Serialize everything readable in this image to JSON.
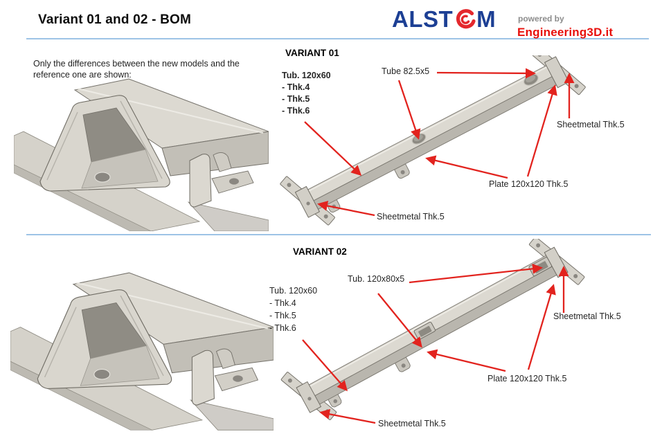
{
  "header": {
    "title": "Variant 01 and 02 - BOM",
    "logo_left": "ALST",
    "logo_right": "M",
    "powered_by": "powered by",
    "brand": "Engineering3D.it"
  },
  "intro": {
    "text": "Only the differences between the new models and the reference one are shown:"
  },
  "variant01": {
    "heading": "VARIANT 01",
    "tub_label": "Tub. 120x60",
    "thk": [
      "- Thk.4",
      "- Thk.5",
      "- Thk.6"
    ],
    "tube_label": "Tube 82.5x5",
    "sheetmetal_right": "Sheetmetal Thk.5",
    "plate_label": "Plate 120x120 Thk.5",
    "sheetmetal_bottom": "Sheetmetal Thk.5"
  },
  "variant02": {
    "heading": "VARIANT 02",
    "tube_insert_label": "Tub. 120x80x5",
    "tub_label": "Tub. 120x60",
    "thk": [
      "- Thk.4",
      "- Thk.5",
      "- Thk.6"
    ],
    "sheetmetal_right": "Sheetmetal Thk.5",
    "plate_label": "Plate 120x120 Thk.5",
    "sheetmetal_bottom": "Sheetmetal Thk.5"
  },
  "colors": {
    "arrow_red": "#e2231e",
    "alstom_blue": "#1c3f94",
    "alstom_red": "#e4282d",
    "brand_red": "#e8100c",
    "rule_blue": "#9dc3e6"
  },
  "icons": {
    "alstom_o": "alstom-swirl-o"
  }
}
